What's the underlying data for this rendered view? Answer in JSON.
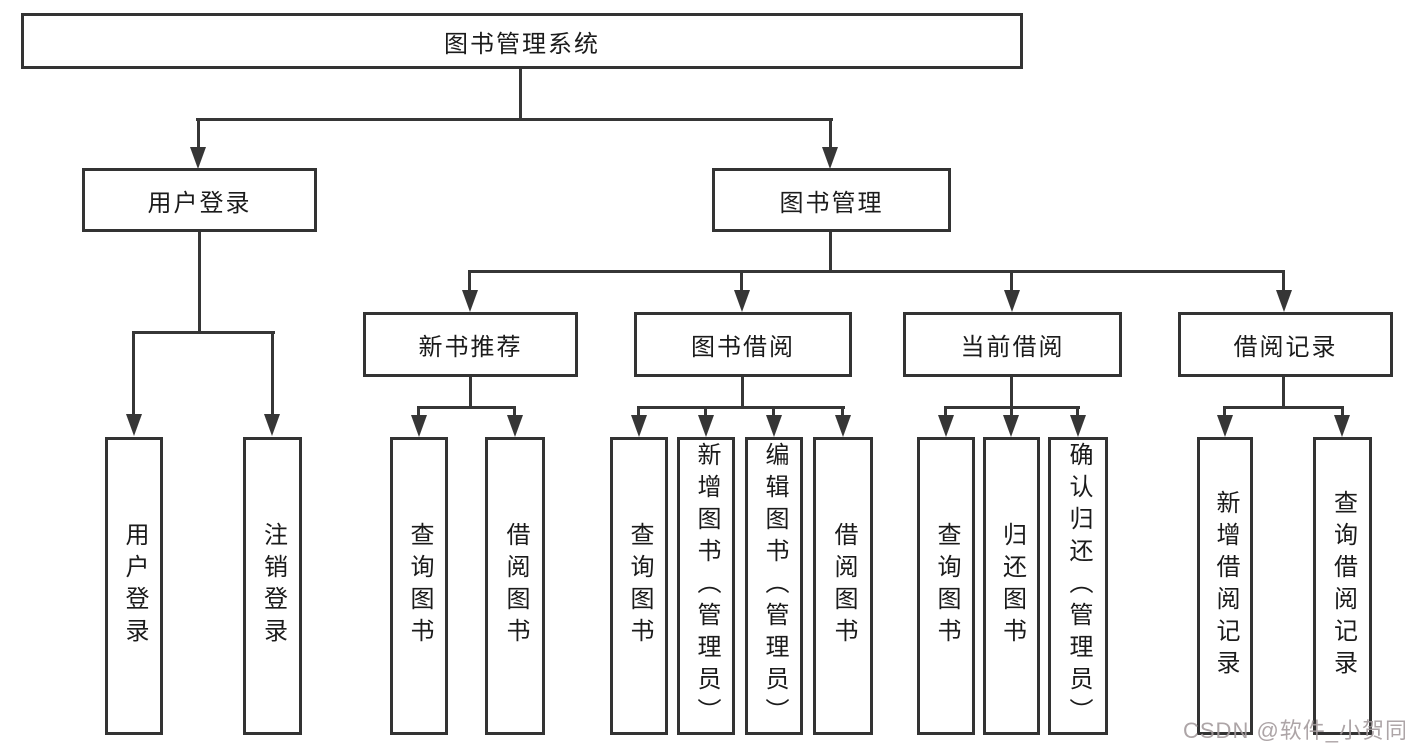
{
  "tree": {
    "root": "图书管理系统",
    "branches": [
      {
        "label": "用户登录",
        "children": [
          {
            "label": "用户登录"
          },
          {
            "label": "注销登录"
          }
        ]
      },
      {
        "label": "图书管理",
        "children": [
          {
            "label": "新书推荐",
            "children": [
              {
                "label": "查询图书"
              },
              {
                "label": "借阅图书"
              }
            ]
          },
          {
            "label": "图书借阅",
            "children": [
              {
                "label": "查询图书"
              },
              {
                "label": "新增图书（管理员）"
              },
              {
                "label": "编辑图书（管理员）"
              },
              {
                "label": "借阅图书"
              }
            ]
          },
          {
            "label": "当前借阅",
            "children": [
              {
                "label": "查询图书"
              },
              {
                "label": "归还图书"
              },
              {
                "label": "确认归还（管理员）"
              }
            ]
          },
          {
            "label": "借阅记录",
            "children": [
              {
                "label": "新增借阅记录"
              },
              {
                "label": "查询借阅记录"
              }
            ]
          }
        ]
      }
    ]
  },
  "watermark": {
    "text": "CSDN @软件_小贺同学"
  },
  "colors": {
    "line": "#363636",
    "border": "#333333",
    "text": "#1b1b1b",
    "watermark": "#a59c9e",
    "background": "#ffffff"
  }
}
